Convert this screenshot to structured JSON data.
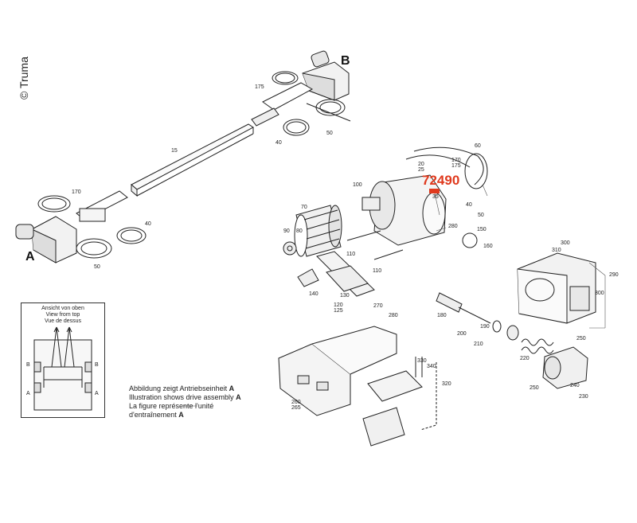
{
  "copyright": "© Truma",
  "labels": {
    "a": "A",
    "b": "B"
  },
  "highlight": {
    "number": "72490",
    "color": "#e03a1e"
  },
  "parts": {
    "p175_top": "175",
    "p40_top": "40",
    "p50_top": "50",
    "p15": "15",
    "p170_left": "170",
    "p40_left": "40",
    "p50_left": "50",
    "p20": "20",
    "p25": "25",
    "p170": "170",
    "p175": "175",
    "p60": "60",
    "p100": "100",
    "p70": "70",
    "p90": "90",
    "p80": "80",
    "p110a": "110",
    "p110b": "110",
    "p35": "35",
    "p40_mid": "40",
    "p50_mid": "50",
    "p280": "280",
    "p150": "150",
    "p160": "160",
    "p140": "140",
    "p130": "130",
    "p120": "120",
    "p125": "125",
    "p300a": "300",
    "p310": "310",
    "p290": "290",
    "p300b": "300",
    "p180": "180",
    "p190": "190",
    "p200": "200",
    "p210": "210",
    "p270": "270",
    "p280b": "280",
    "p330": "330",
    "p340": "340",
    "p320": "320",
    "p260": "260",
    "p265": "265",
    "p220": "220",
    "p250a": "250",
    "p250b": "250",
    "p240": "240",
    "p230": "230"
  },
  "view": {
    "title_de": "Ansicht von oben",
    "title_en": "View from top",
    "title_fr": "Vue de dessus",
    "b_label": "B",
    "a_label": "A"
  },
  "caption": {
    "line1": "Abbildung zeigt Antriebseinheit",
    "line2": "Illustration shows drive assembly",
    "line3": "La figure représente l'unité",
    "line4": "d'entraînement",
    "bold": "A"
  }
}
